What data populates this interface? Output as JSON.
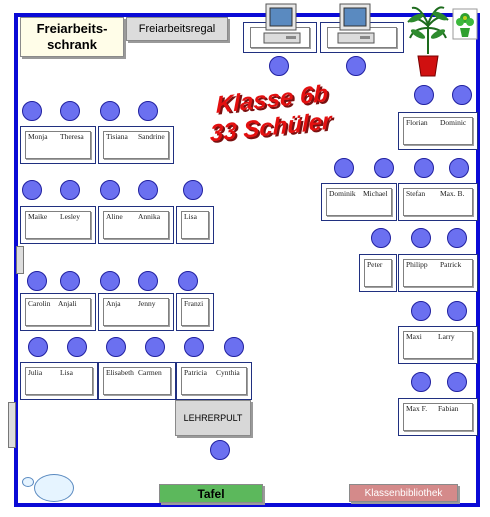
{
  "title": {
    "line1": "Klasse 6b",
    "line2": "33 Schüler"
  },
  "furniture": {
    "freiarbeitsschrank_line1": "Freiarbeits-",
    "freiarbeitsschrank_line2": "schrank",
    "freiarbeitsregal": "Freiarbeitsregal",
    "lehrerpult": "LEHRERPULT",
    "tafel": "Tafel",
    "klassenbibliothek": "Klassenbibliothek"
  },
  "desks": {
    "d1": [
      "Monja",
      "Theresa"
    ],
    "d2": [
      "Tisiana",
      "Sandrine"
    ],
    "d3": [
      "Maike",
      "Lesley"
    ],
    "d4": [
      "Aline",
      "Annika"
    ],
    "d5": [
      "Lisa"
    ],
    "d6": [
      "Carolin",
      "Anjali"
    ],
    "d7": [
      "Anja",
      "Jenny"
    ],
    "d8": [
      "Franzi"
    ],
    "d9": [
      "Julia",
      "Lisa"
    ],
    "d10": [
      "Elisabeth",
      "Carmen"
    ],
    "d11": [
      "Patricia",
      "Cynthia"
    ],
    "d12": [
      "Florian",
      "Dominic"
    ],
    "d13": [
      "Dominik",
      "Michael"
    ],
    "d14": [
      "Stefan",
      "Max. B."
    ],
    "d15": [
      "Peter"
    ],
    "d16": [
      "Philipp",
      "Patrick"
    ],
    "d17": [
      "Maxi",
      "Larry"
    ],
    "d18": [
      "Max F.",
      "Fabian"
    ]
  },
  "icons": [
    "computer-icon",
    "computer-icon",
    "palm-plant-icon",
    "flower-pot-icon"
  ],
  "colors": {
    "wall": "#0a0ad6",
    "chair": "#6b70f0",
    "title": "#e31010",
    "tafel": "#5cb85c",
    "bibliothek": "#d48a8a"
  }
}
